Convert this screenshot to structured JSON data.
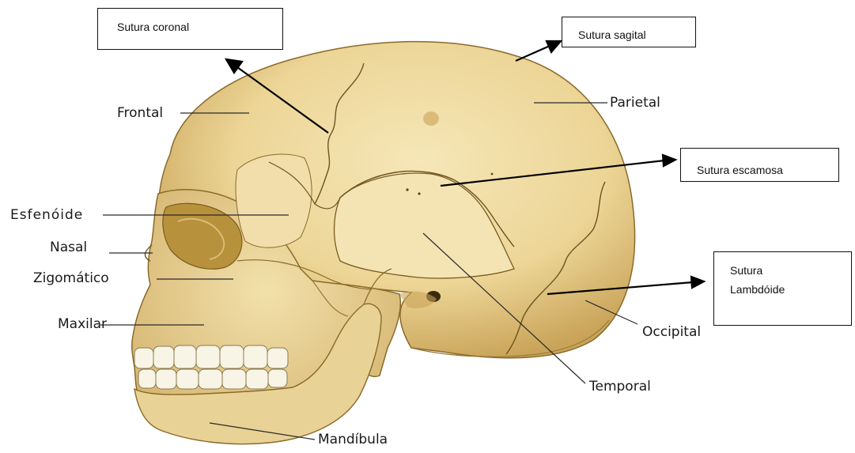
{
  "labels": {
    "frontal": "Frontal",
    "parietal": "Parietal",
    "esfenoide": "Esfenóide",
    "nasal": "Nasal",
    "zigomatico": "Zigomático",
    "maxilar": "Maxilar",
    "occipital": "Occipital",
    "temporal": "Temporal",
    "mandibula": "Mandíbula"
  },
  "boxes": {
    "sutura_coronal": "Sutura coronal",
    "sutura_sagital": "Sutura sagital",
    "sutura_escamosa": "Sutura escamosa",
    "sutura_lambdoide_line1": "Sutura",
    "sutura_lambdoide_line2": "Lambdóide"
  },
  "colors": {
    "bone": "#efdba0",
    "bone_shadow": "#c9a85a",
    "suture": "#6b5420",
    "teeth": "#f8f5e6"
  }
}
